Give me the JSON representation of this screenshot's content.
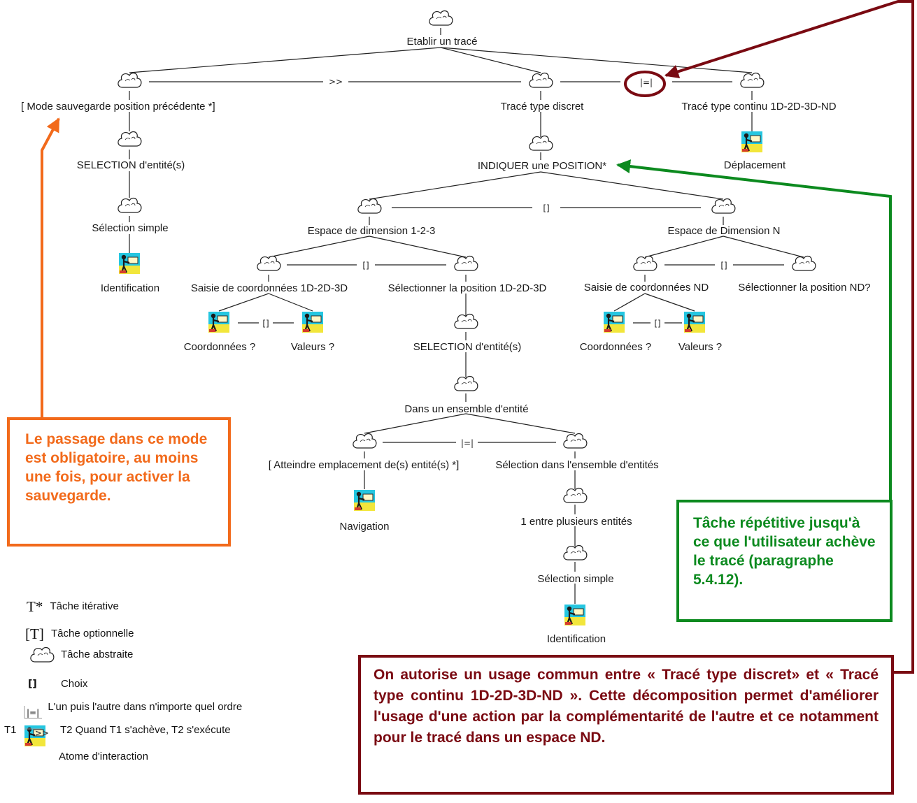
{
  "nodes": {
    "root": "Etablir un tracé",
    "mode_sauvegarde": "[ Mode sauvegarde position précédente *]",
    "trace_discret": "Tracé type discret",
    "trace_continu": "Tracé type continu 1D-2D-3D-ND",
    "selection_entites_1": "SELECTION d'entité(s)",
    "deplacement": "Déplacement",
    "selection_simple_1": "Sélection simple",
    "identification_1": "Identification",
    "indiquer_position": "INDIQUER une POSITION*",
    "espace_123": "Espace de dimension 1-2-3",
    "espace_n": "Espace de Dimension N",
    "saisie_coord_3d": "Saisie de coordonnées 1D-2D-3D",
    "selectionner_pos_3d": "Sélectionner la position 1D-2D-3D",
    "saisie_coord_nd": "Saisie de coordonnées ND",
    "selectionner_pos_nd": "Sélectionner la position ND?",
    "coordonnees_1": "Coordonnées ?",
    "valeurs_1": "Valeurs ?",
    "coordonnees_2": "Coordonnées ?",
    "valeurs_2": "Valeurs ?",
    "selection_entites_2": "SELECTION d'entité(s)",
    "dans_ensemble": "Dans un ensemble d'entité",
    "atteindre": "[ Atteindre emplacement de(s) entité(s) *]",
    "selection_ensemble": "Sélection dans l'ensemble d'entités",
    "navigation": "Navigation",
    "un_entre_plusieurs": "1 entre plusieurs entités",
    "selection_simple_2": "Sélection simple",
    "identification_2": "Identification"
  },
  "operators": {
    "enable": ">>",
    "order_independent": "|=|",
    "choice": "[]"
  },
  "legend": {
    "iterative_sym": "T*",
    "iterative_label": "Tâche itérative",
    "optional_sym": "[T]",
    "optional_label": "Tâche optionnelle",
    "abstract_label": "Tâche abstraite",
    "choice_label": "Choix",
    "order_label": "L'un puis l'autre dans n'importe quel ordre",
    "enable_t1": "T1",
    "enable_label": "T2  Quand T1 s'achève, T2 s'exécute",
    "atom_label": "Atome d'interaction"
  },
  "callouts": {
    "orange": "Le passage dans ce mode est obligatoire, au moins une fois, pour activer la sauvegarde.",
    "green": "Tâche répétitive jusqu'à ce que l'utilisateur achève le tracé (paragraphe 5.4.12).",
    "red": "On autorise un usage commun entre « Tracé type discret» et « Tracé type continu 1D-2D-3D-ND ». Cette décomposition permet d'améliorer l'usage d'une action par la complémentarité de l'autre et ce notamment pour le tracé dans un espace ND."
  },
  "colors": {
    "orange": "#f26a1b",
    "green": "#0c8a1f",
    "dark_red": "#7a0a12"
  }
}
